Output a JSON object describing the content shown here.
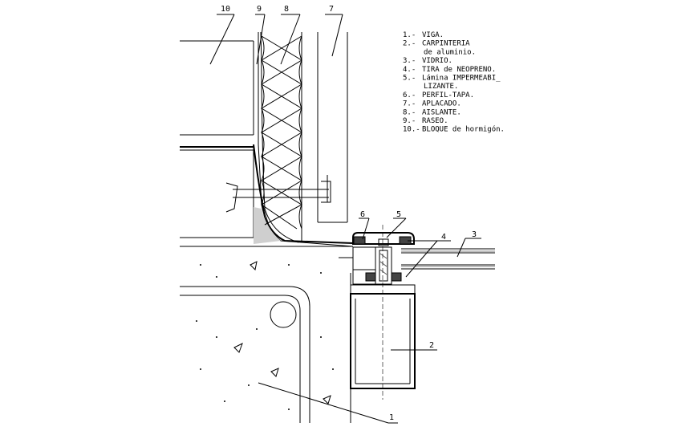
{
  "legend": [
    {
      "num": "1.-",
      "text": "VIGA."
    },
    {
      "num": "2.-",
      "text": "CARPINTERIA"
    },
    {
      "num": "",
      "text": "de aluminio."
    },
    {
      "num": "3.-",
      "text": "VIDRIO."
    },
    {
      "num": "4.-",
      "text": "TIRA de NEOPRENO."
    },
    {
      "num": "5.-",
      "text": "Lámina IMPERMEABI_"
    },
    {
      "num": "",
      "text": "LIZANTE."
    },
    {
      "num": "6.-",
      "text": "PERFIL-TAPA."
    },
    {
      "num": "7.-",
      "text": "APLACADO."
    },
    {
      "num": "8.-",
      "text": "AISLANTE."
    },
    {
      "num": "9.-",
      "text": "RASEO."
    },
    {
      "num": "10.-",
      "text": "BLOQUE de hormigón."
    }
  ],
  "callouts": {
    "c1": "1",
    "c2": "2",
    "c3": "3",
    "c4": "4",
    "c5": "5",
    "c6": "6",
    "c7": "7",
    "c8": "8",
    "c9": "9",
    "c10": "10"
  }
}
